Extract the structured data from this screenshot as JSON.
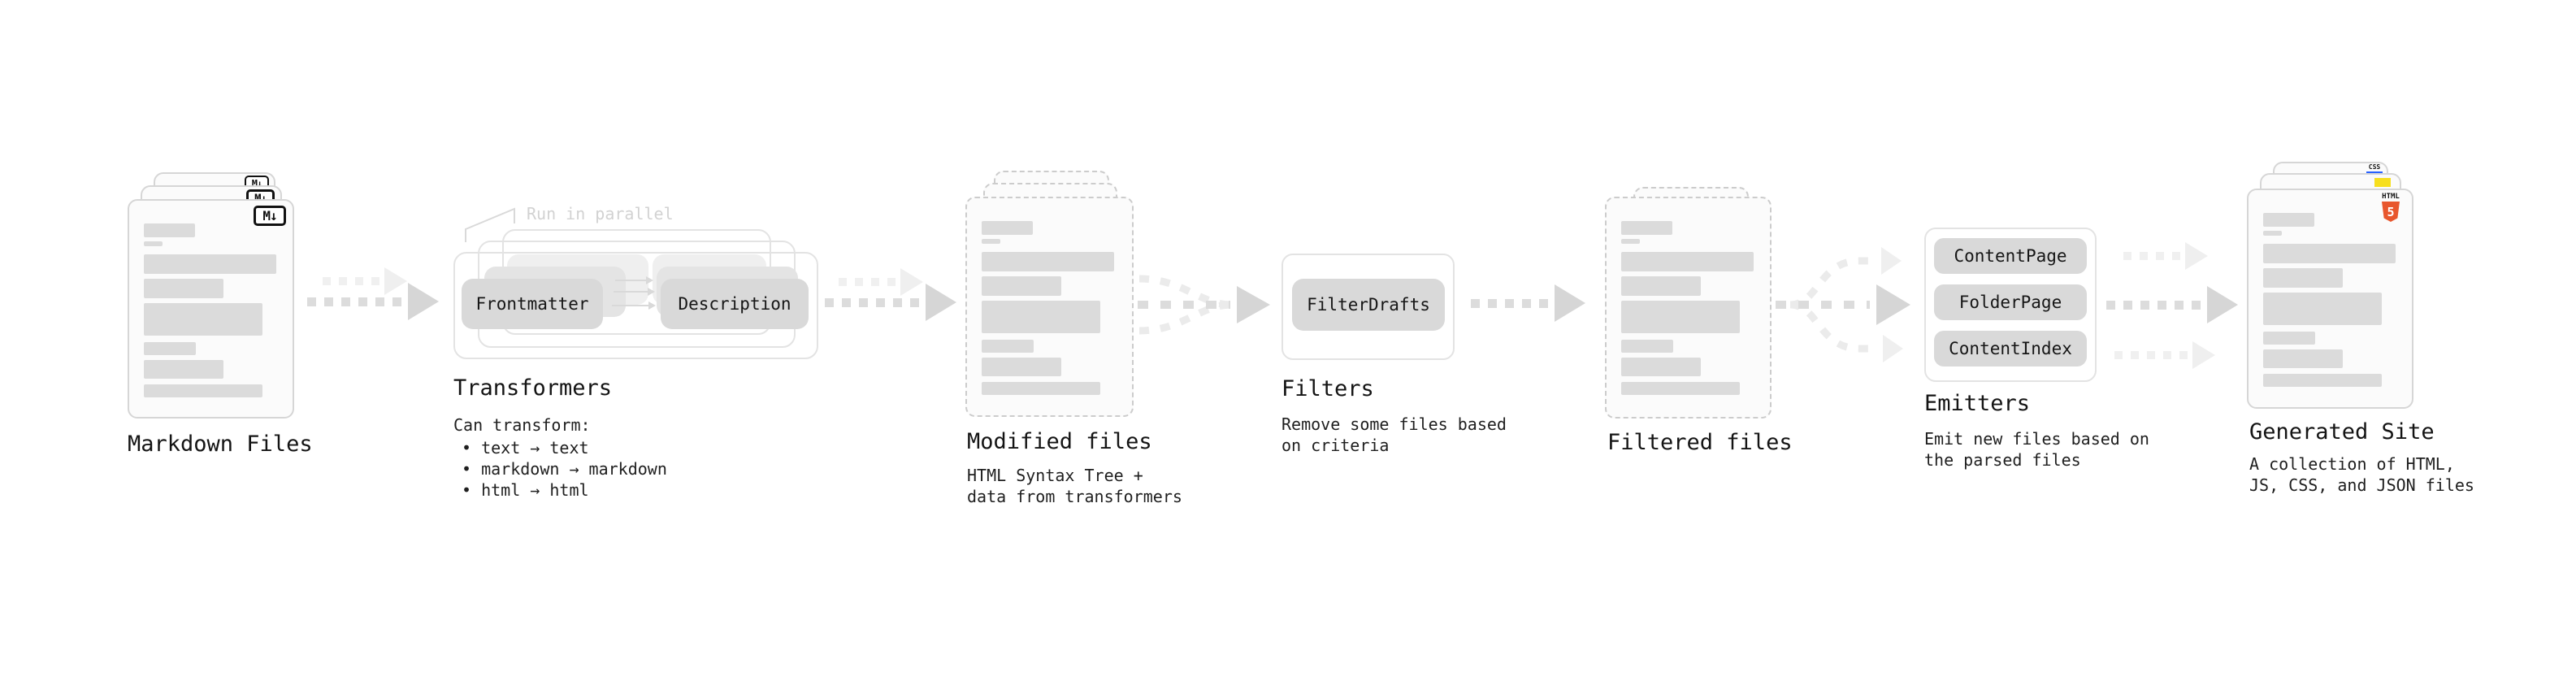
{
  "markdown": {
    "label": "Markdown Files",
    "badge": "M↓"
  },
  "transformers": {
    "label": "Transformers",
    "annotation": "Run in parallel",
    "pill_left": "Frontmatter",
    "pill_right": "Description",
    "desc_heading": "Can transform:",
    "bullet1": "• text → text",
    "bullet2": "• markdown → markdown",
    "bullet3": "• html → html"
  },
  "modified": {
    "label": "Modified files",
    "desc1": "HTML Syntax Tree +",
    "desc2": "data from transformers"
  },
  "filters": {
    "label": "Filters",
    "pill": "FilterDrafts",
    "desc1": "Remove some files based",
    "desc2": "on criteria"
  },
  "filtered": {
    "label": "Filtered files"
  },
  "emitters": {
    "label": "Emitters",
    "pill1": "ContentPage",
    "pill2": "FolderPage",
    "pill3": "ContentIndex",
    "desc1": "Emit new files based on",
    "desc2": "the parsed files"
  },
  "generated": {
    "label": "Generated Site",
    "desc1": "A collection of HTML,",
    "desc2": "JS, CSS, and JSON files",
    "badge_css": "CSS",
    "badge_html": "HTML",
    "badge_html_number": "5"
  },
  "colors": {
    "js_yellow": "#f7df1e",
    "css_blue": "#2962ff",
    "html_orange": "#e8562d",
    "arrow_dark": "#d6d6d6",
    "arrow_light": "#efefef"
  }
}
